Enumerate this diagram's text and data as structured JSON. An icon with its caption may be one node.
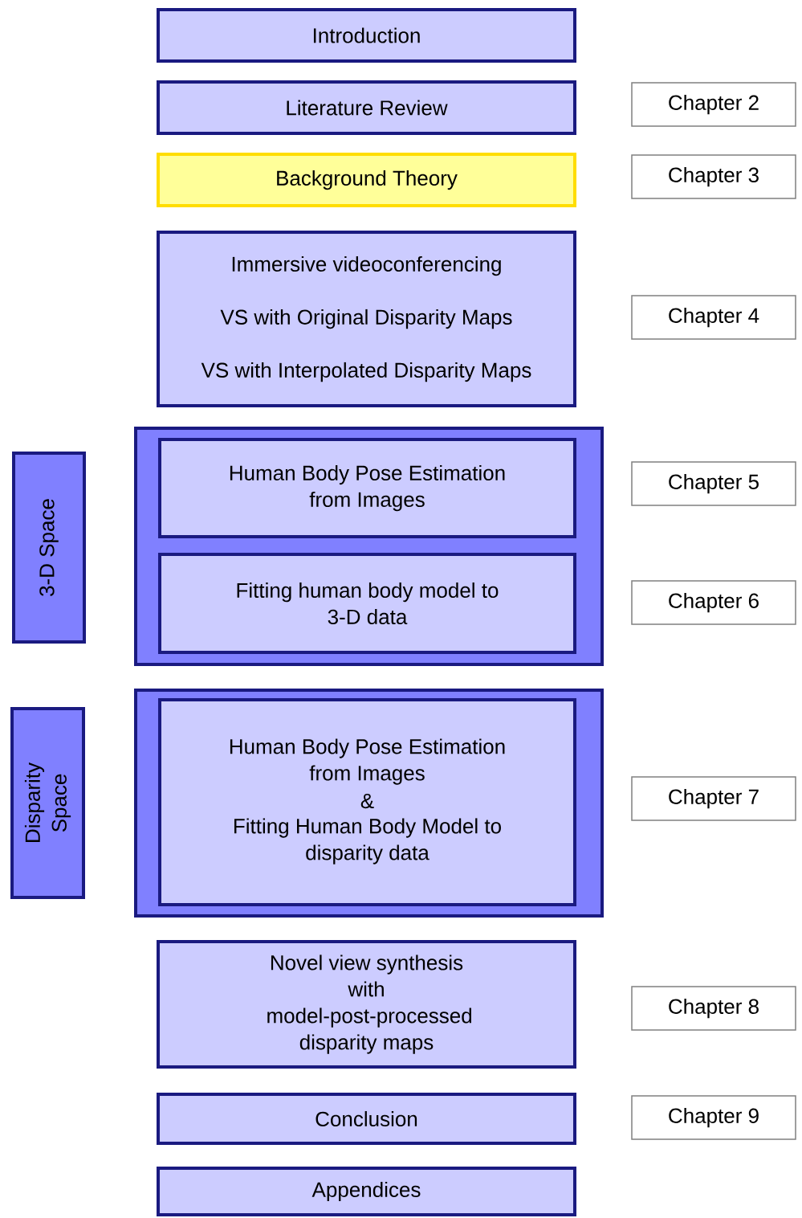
{
  "diagram": {
    "nodes": [
      {
        "text": [
          "Introduction"
        ]
      },
      {
        "text": [
          "Literature Review"
        ]
      },
      {
        "text": [
          "Background Theory"
        ]
      },
      {
        "text": [
          "Immersive videoconferencing",
          "VS with Original Disparity Maps",
          "VS with Interpolated Disparity Maps"
        ]
      },
      {
        "text": [],
        "shape": "box"
      },
      {
        "text": [
          "Human Body Pose Estimation from Images"
        ],
        "in": 4
      },
      {
        "text": [
          "Fitting human body model to 3-D data"
        ],
        "in": 4
      },
      {
        "text": [],
        "shape": "box"
      },
      {
        "text": [
          "Human Body Pose Estimation from Images",
          "&",
          "Fitting Human Body Model to disparity data"
        ],
        "in": 7
      },
      {
        "text": [
          "Novel view synthesis with model-post-processed disparity maps"
        ]
      },
      {
        "text": [
          "Conclusion"
        ]
      },
      {
        "text": [
          "Appendices"
        ]
      },
      {
        "text": [
          "3-D Space"
        ]
      },
      {
        "text": [
          "Disparity Space"
        ]
      },
      {
        "text": [
          "Chapter 2"
        ]
      },
      {
        "text": [
          "Chapter 3"
        ]
      },
      {
        "text": [
          "Chapter 4"
        ]
      },
      {
        "text": [
          "Chapter 5"
        ]
      },
      {
        "text": [
          "Chapter 6"
        ]
      },
      {
        "text": [
          "Chapter 7"
        ]
      },
      {
        "text": [
          "Chapter 8"
        ]
      },
      {
        "text": [
          "Chapter 9"
        ]
      }
    ],
    "edges": []
  }
}
